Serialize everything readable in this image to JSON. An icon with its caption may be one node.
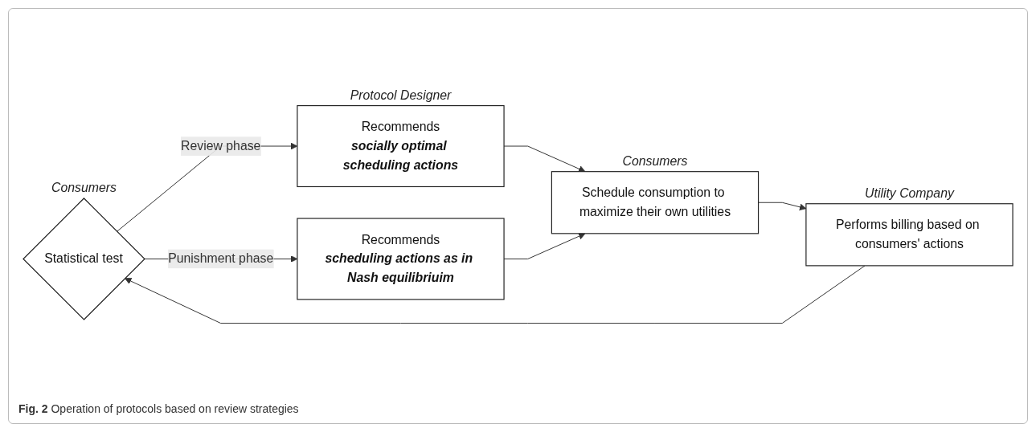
{
  "diagram": {
    "caption": "**Fig. 2** Operation of protocols based on review strategies",
    "nodes": [
      {
        "text": [
          "Statistical test"
        ],
        "beside": [
          "Consumers"
        ]
      },
      {
        "text": [
          "Recommends",
          "socially optimal scheduling actions"
        ],
        "beside": [
          "Protocol Designer"
        ]
      },
      {
        "text": [
          "Recommends",
          "scheduling actions as in Nash equilibriuim"
        ]
      },
      {
        "text": [
          "Schedule consumption to maximize their own utilities"
        ],
        "beside": [
          "Consumers"
        ]
      },
      {
        "text": [
          "Performs billing based on consumers' actions"
        ],
        "beside": [
          "Utility Company"
        ]
      }
    ],
    "edges": [
      {
        "from": 0,
        "to": 1,
        "arrow": "to",
        "label": "Review phase"
      },
      {
        "from": 0,
        "to": 2,
        "arrow": "to",
        "label": "Punishment phase"
      },
      {
        "from": 1,
        "to": 3,
        "arrow": "to"
      },
      {
        "from": 2,
        "to": 3,
        "arrow": "to"
      },
      {
        "from": 3,
        "to": 4,
        "arrow": "to"
      },
      {
        "from": 4,
        "to": 0,
        "arrow": "to"
      }
    ]
  }
}
